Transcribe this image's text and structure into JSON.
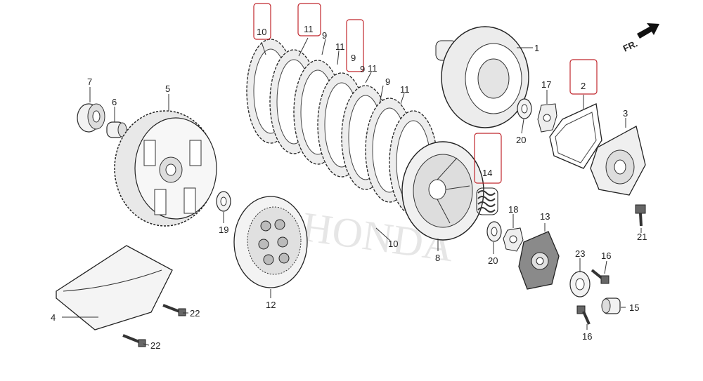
{
  "diagram": {
    "direction_marker": "FR.",
    "highlight_color": "#c1272d",
    "watermark": "HONDA",
    "callouts": {
      "c1": "1",
      "c2": "2",
      "c3": "3",
      "c4": "4",
      "c5": "5",
      "c6": "6",
      "c7": "7",
      "c8": "8",
      "c9a": "9",
      "c9b": "9",
      "c9c": "9",
      "c9d": "9",
      "c10a": "10",
      "c10b": "10",
      "c11a": "11",
      "c11b": "11",
      "c11c": "11",
      "c11d": "11",
      "c12": "12",
      "c13": "13",
      "c14": "14",
      "c15": "15",
      "c16a": "16",
      "c16b": "16",
      "c17": "17",
      "c18": "18",
      "c19": "19",
      "c20a": "20",
      "c20b": "20",
      "c21": "21",
      "c22a": "22",
      "c22b": "22",
      "c23": "23"
    }
  }
}
